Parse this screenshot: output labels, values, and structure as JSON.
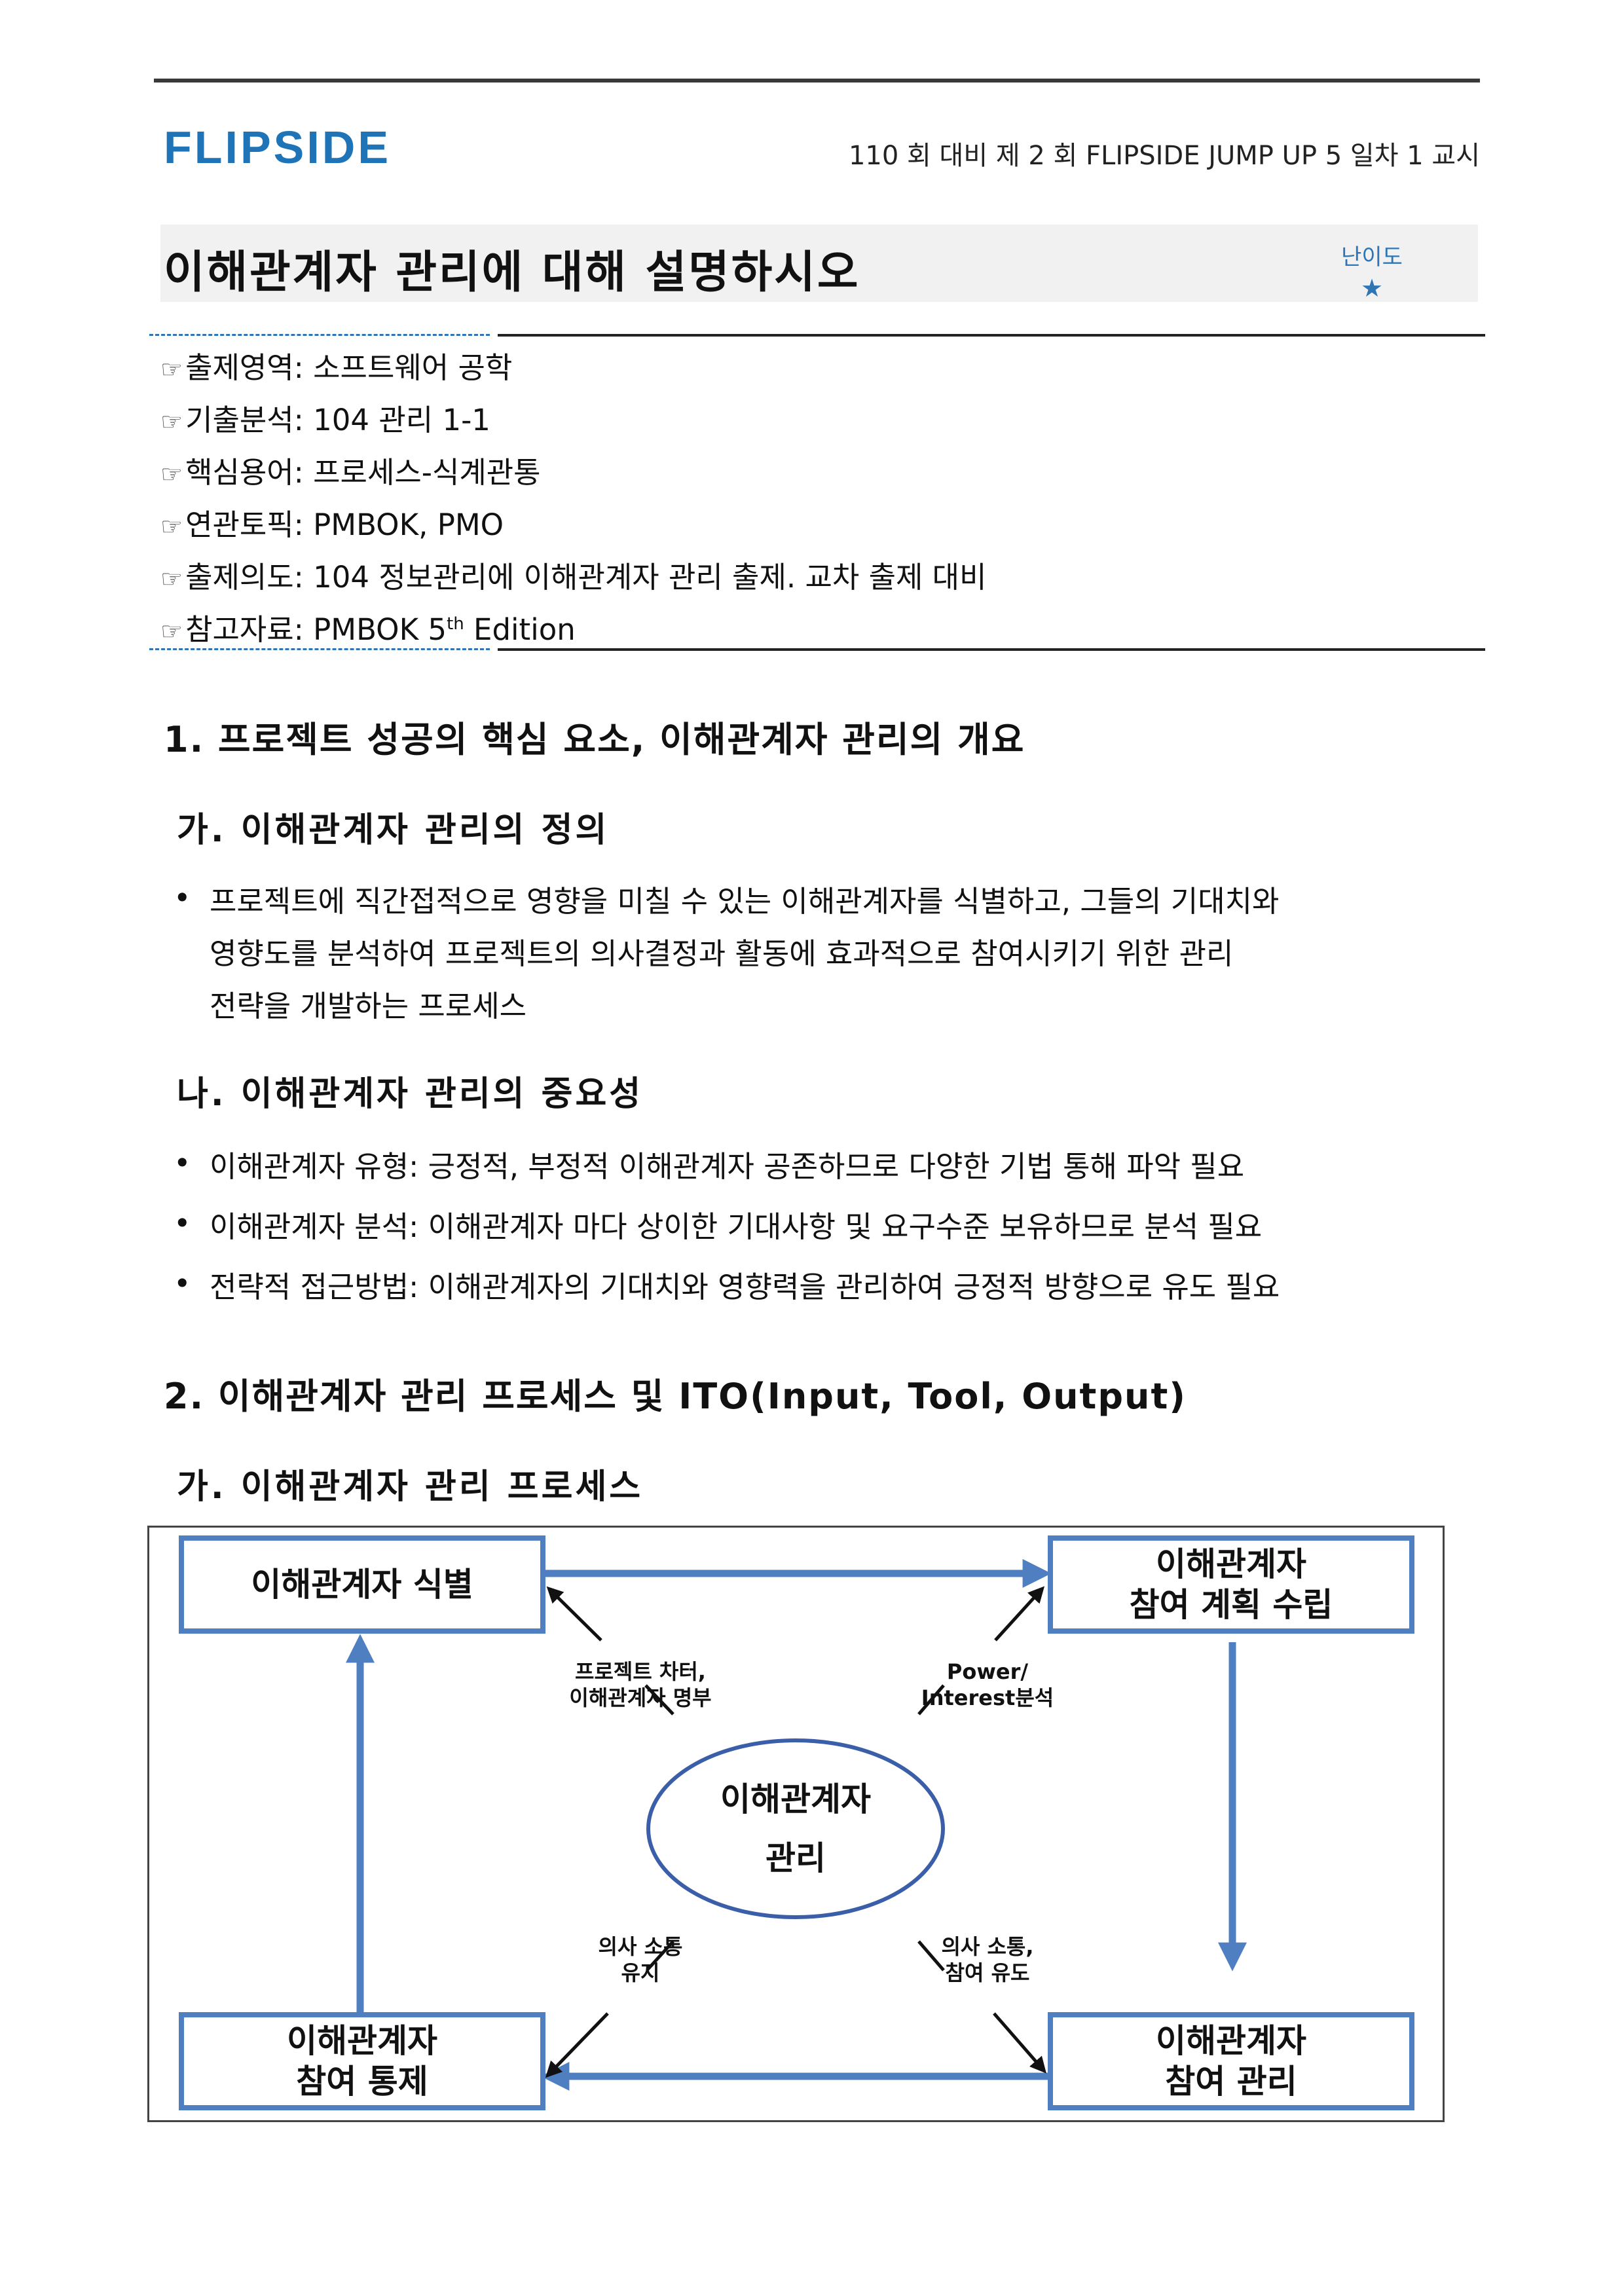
{
  "header": {
    "logo_text": "FLIPSIDE",
    "info": "110 회 대비 제 2 회 FLIPSIDE JUMP UP 5 일차 1 교시"
  },
  "title": "이해관계자 관리에 대해 설명하시오",
  "difficulty": {
    "label": "난이도",
    "stars": "★"
  },
  "info_rows": [
    {
      "icon": "pointing-hand-icon",
      "text": "출제영역: 소프트웨어 공학"
    },
    {
      "icon": "pointing-hand-icon",
      "text": "기출분석: 104 관리 1-1"
    },
    {
      "icon": "pointing-hand-icon",
      "text": "핵심용어: 프로세스-식계관통"
    },
    {
      "icon": "pointing-hand-icon",
      "text": "연관토픽: PMBOK, PMO"
    },
    {
      "icon": "pointing-hand-icon",
      "text": "출제의도: 104 정보관리에 이해관계자 관리 출제. 교차 출제 대비"
    }
  ],
  "reference": {
    "prefix": "참고자료: PMBOK 5",
    "sup": "th",
    "suffix": " Edition"
  },
  "section1": {
    "heading": "1. 프로젝트 성공의 핵심 요소, 이해관계자 관리의 개요",
    "sub_a": {
      "heading": "가. 이해관계자 관리의 정의",
      "lines": [
        "프로젝트에 직간접적으로 영향을 미칠 수 있는 이해관계자를 식별하고, 그들의 기대치와",
        "영향도를 분석하여 프로젝트의 의사결정과 활동에 효과적으로 참여시키기 위한 관리",
        "전략을 개발하는 프로세스"
      ]
    },
    "sub_b": {
      "heading": "나. 이해관계자 관리의 중요성",
      "bullets": [
        "이해관계자 유형: 긍정적, 부정적 이해관계자 공존하므로 다양한 기법 통해 파악 필요",
        "이해관계자 분석: 이해관계자 마다 상이한 기대사항 및 요구수준 보유하므로 분석 필요",
        "전략적 접근방법: 이해관계자의 기대치와 영향력을 관리하여 긍정적 방향으로 유도 필요"
      ]
    }
  },
  "section2": {
    "heading": "2. 이해관계자 관리 프로세스 및 ITO(Input, Tool, Output)",
    "sub_a": {
      "heading": "가. 이해관계자 관리 프로세스"
    }
  },
  "diagram": {
    "box_identify": "이해관계자 식별",
    "box_plan_1": "이해관계자",
    "box_plan_2": "참여 계획 수립",
    "box_control_1": "이해관계자",
    "box_control_2": "참여 통제",
    "box_manage_1": "이해관계자",
    "box_manage_2": "참여 관리",
    "center_1": "이해관계자",
    "center_2": "관리",
    "label_tl_1": "프로젝트 차터,",
    "label_tl_2": "이해관계자 명부",
    "label_tr_1": "Power/",
    "label_tr_2": "Interest분석",
    "label_bl_1": "의사 소통",
    "label_bl_2": "유지",
    "label_br_1": "의사 소통,",
    "label_br_2": "참여 유도",
    "colors": {
      "box_border": "#4f7fc1",
      "arrow": "#4f7fc1",
      "ellipse": "#3b5ea8"
    }
  }
}
